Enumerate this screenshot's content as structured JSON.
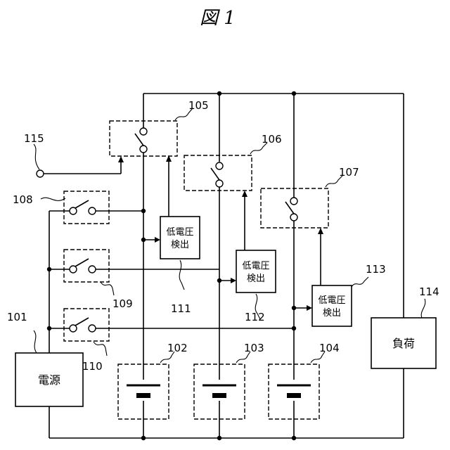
{
  "title": "図 1",
  "blocks": {
    "power_supply": "電源",
    "load": "負荷",
    "detector_line1": "低電圧",
    "detector_line2": "検出"
  },
  "refs": {
    "r101": "101",
    "r102": "102",
    "r103": "103",
    "r104": "104",
    "r105": "105",
    "r106": "106",
    "r107": "107",
    "r108": "108",
    "r109": "109",
    "r110": "110",
    "r111": "111",
    "r112": "112",
    "r113": "113",
    "r114": "114",
    "r115": "115"
  }
}
